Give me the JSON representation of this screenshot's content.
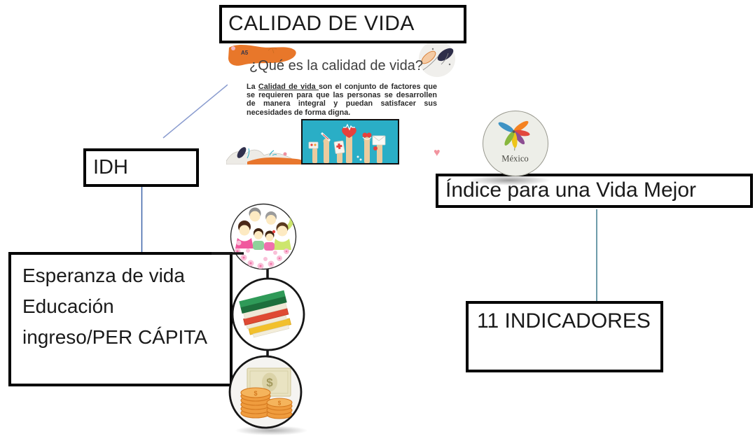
{
  "title_box": {
    "label": "CALIDAD DE VIDA"
  },
  "slide": {
    "badge": "A5",
    "title": "¿Qué es la calidad de vida?",
    "definition": {
      "lead": "La ",
      "underlined": "Calidad de vida ",
      "rest": "son el conjunto de factores que se requieren para que las personas se desarrollen de manera integral y puedan satisfacer sus necesidades de forma digna."
    }
  },
  "idh_box": {
    "label": "IDH"
  },
  "esperanza_box": {
    "line1": "Esperanza de vida",
    "line2": "Educación",
    "line3": "ingreso/PER CÁPITA"
  },
  "oecd_logo": {
    "country": "México"
  },
  "indice_box": {
    "label": "Índice para una Vida Mejor"
  },
  "indicadores_box": {
    "label": "11 INDICADORES"
  },
  "glyphs": {
    "heart": "♥",
    "dollar": "$"
  },
  "icons": {
    "family": "family-illustration",
    "books": "books-stack-illustration",
    "money": "coins-and-banknote-illustration",
    "medical": "raised-hands-health-illustration",
    "pinwheel": "oecd-better-life-pinwheel",
    "orange_blob": "orange-brush-blob",
    "leaves": "leaves-decoration"
  },
  "colors": {
    "box_border": "#000000",
    "connector_light_blue": "#8a9ccf",
    "connector_blue": "#3d62a8",
    "connector_teal": "#3e7b8e",
    "chain_black": "#141414",
    "slide_orange": "#e8772a",
    "medical_teal": "#2aaec6",
    "logo_background": "#edeee8"
  }
}
